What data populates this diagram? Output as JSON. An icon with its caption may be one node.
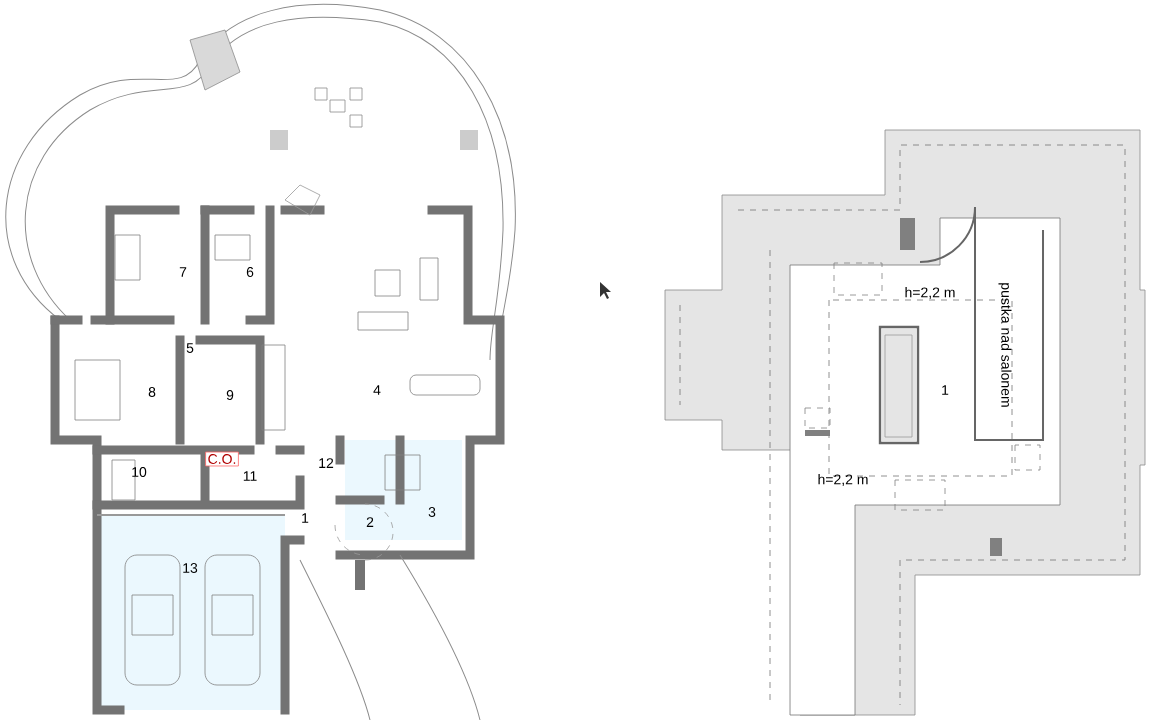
{
  "diagram": {
    "labels": [
      "7",
      "6",
      "5",
      "8",
      "9",
      "4",
      "C.O.",
      "10",
      "11",
      "12",
      "1",
      "2",
      "3",
      "13",
      "h=2,2 m",
      "pustka nad salonem",
      "1",
      "h=2,2 m"
    ]
  }
}
